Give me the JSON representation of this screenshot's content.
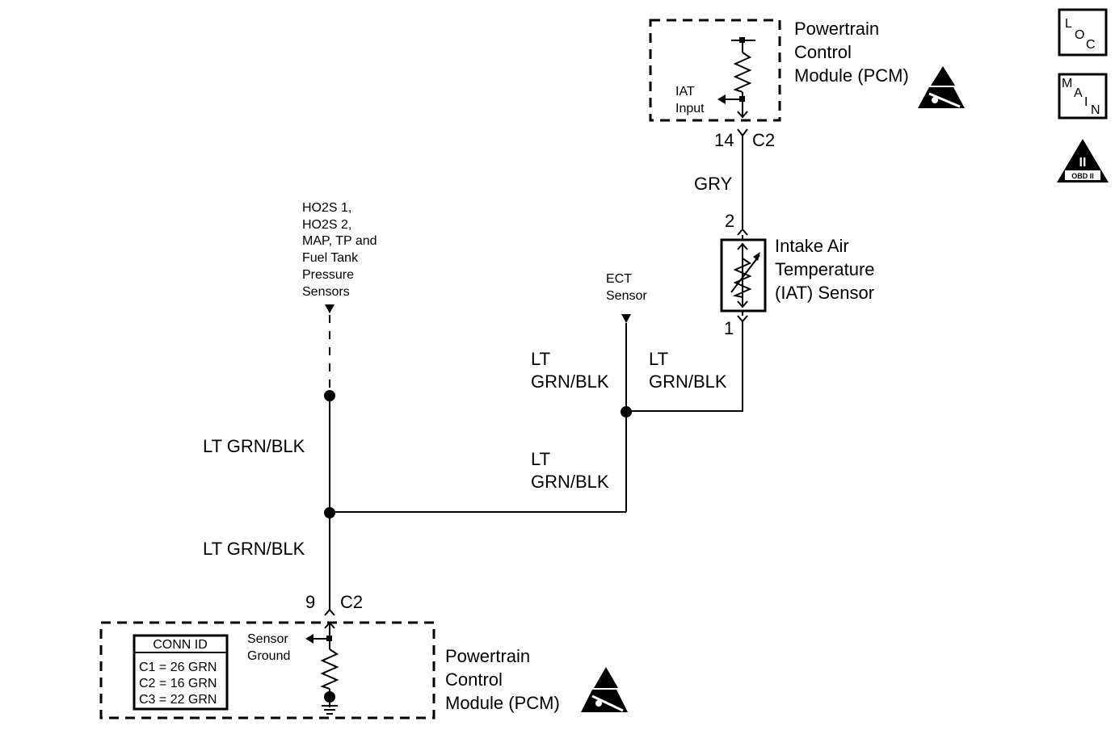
{
  "pcm_top": {
    "title_lines": [
      "Powertrain",
      "Control",
      "Module (PCM)"
    ],
    "input_lines": [
      "IAT",
      "Input"
    ],
    "pin": "14",
    "connector": "C2"
  },
  "wire_gry": "GRY",
  "iat_sensor": {
    "title_lines": [
      "Intake Air",
      "Temperature",
      "(IAT) Sensor"
    ],
    "pin_top": "2",
    "pin_bottom": "1"
  },
  "ho2s_lines": [
    "HO2S 1,",
    "HO2S 2,",
    "MAP, TP and",
    "Fuel Tank",
    "Pressure",
    "Sensors"
  ],
  "ect_lines": [
    "ECT",
    "Sensor"
  ],
  "wires": {
    "ect_branch": [
      "LT",
      "GRN/BLK"
    ],
    "iat_branch": [
      "LT",
      "GRN/BLK"
    ],
    "middle_horizontal": [
      "LT",
      "GRN/BLK"
    ],
    "left_upper": "LT GRN/BLK",
    "left_lower": "LT GRN/BLK"
  },
  "pcm_bottom": {
    "pin": "9",
    "connector": "C2",
    "ground_lines": [
      "Sensor",
      "Ground"
    ],
    "title_lines": [
      "Powertrain",
      "Control",
      "Module (PCM)"
    ],
    "conn_id": {
      "header": "CONN ID",
      "rows": [
        "C1 = 26 GRN",
        "C2 = 16 GRN",
        "C3 = 22 GRN"
      ]
    }
  },
  "icons": {
    "loc": [
      "L",
      "O",
      "C"
    ],
    "main": [
      "M",
      "A",
      "I",
      "N"
    ],
    "obd": [
      "II",
      "OBD II"
    ]
  }
}
